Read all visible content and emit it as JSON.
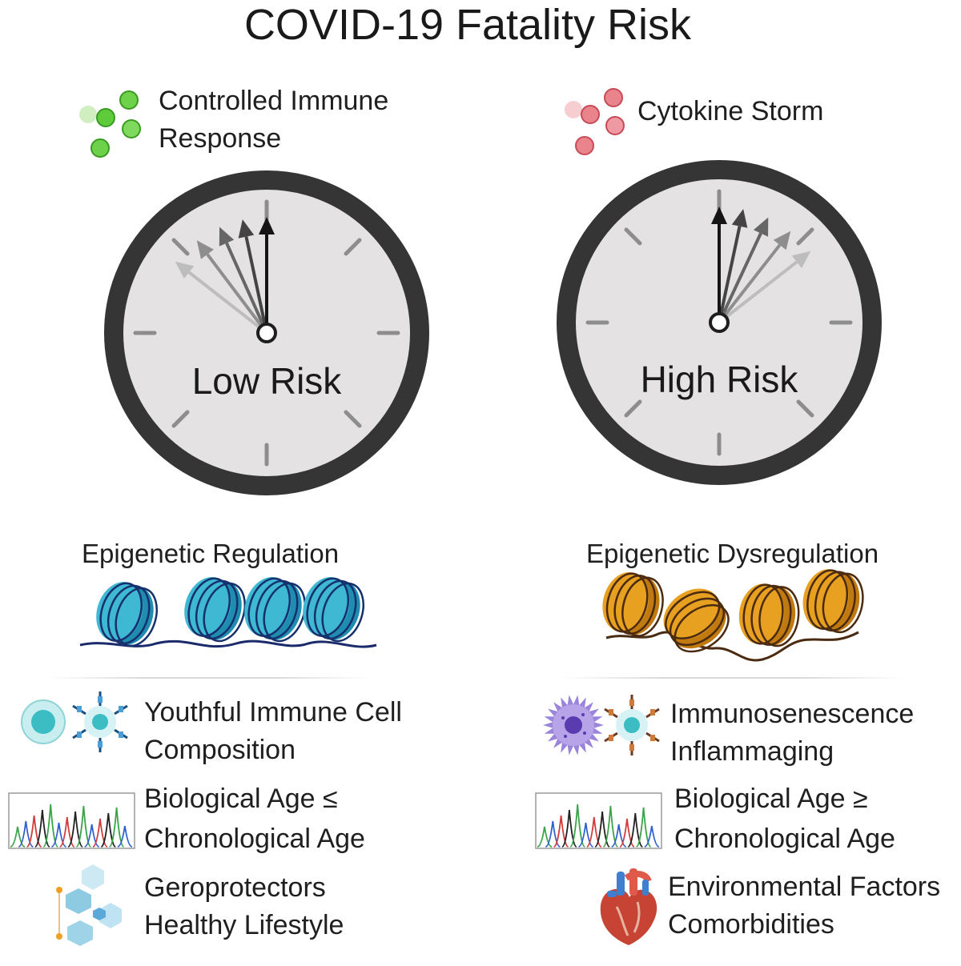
{
  "title": "COVID-19 Fatality Risk",
  "left": {
    "header": "Controlled Immune Response",
    "header_lines": [
      "Controlled Immune",
      "Response"
    ],
    "clock_label": "Low Risk",
    "epigenetic_label": "Epigenetic Regulation",
    "items": [
      {
        "icon": "immune-cells-icon",
        "lines": [
          "Youthful Immune Cell",
          "Composition"
        ]
      },
      {
        "icon": "chromatogram-icon",
        "lines": [
          "Biological Age  ≤",
          "Chronological Age"
        ]
      },
      {
        "icon": "molecule-icon",
        "lines": [
          "Geroprotectors",
          "Healthy Lifestyle"
        ]
      }
    ],
    "accent": "#5ecb3a",
    "nucleosome_color": "#3fb8d4"
  },
  "right": {
    "header": "Cytokine Storm",
    "clock_label": "High Risk",
    "epigenetic_label": "Epigenetic Dysregulation",
    "items": [
      {
        "icon": "senescent-cells-icon",
        "lines": [
          "Immunosenescence",
          "Inflammaging"
        ]
      },
      {
        "icon": "chromatogram-icon",
        "lines": [
          "Biological Age  ≥",
          "Chronological Age"
        ]
      },
      {
        "icon": "heart-icon",
        "lines": [
          "Environmental Factors",
          "Comorbidities"
        ]
      }
    ],
    "accent": "#e06a74",
    "nucleosome_color": "#e7a020"
  }
}
